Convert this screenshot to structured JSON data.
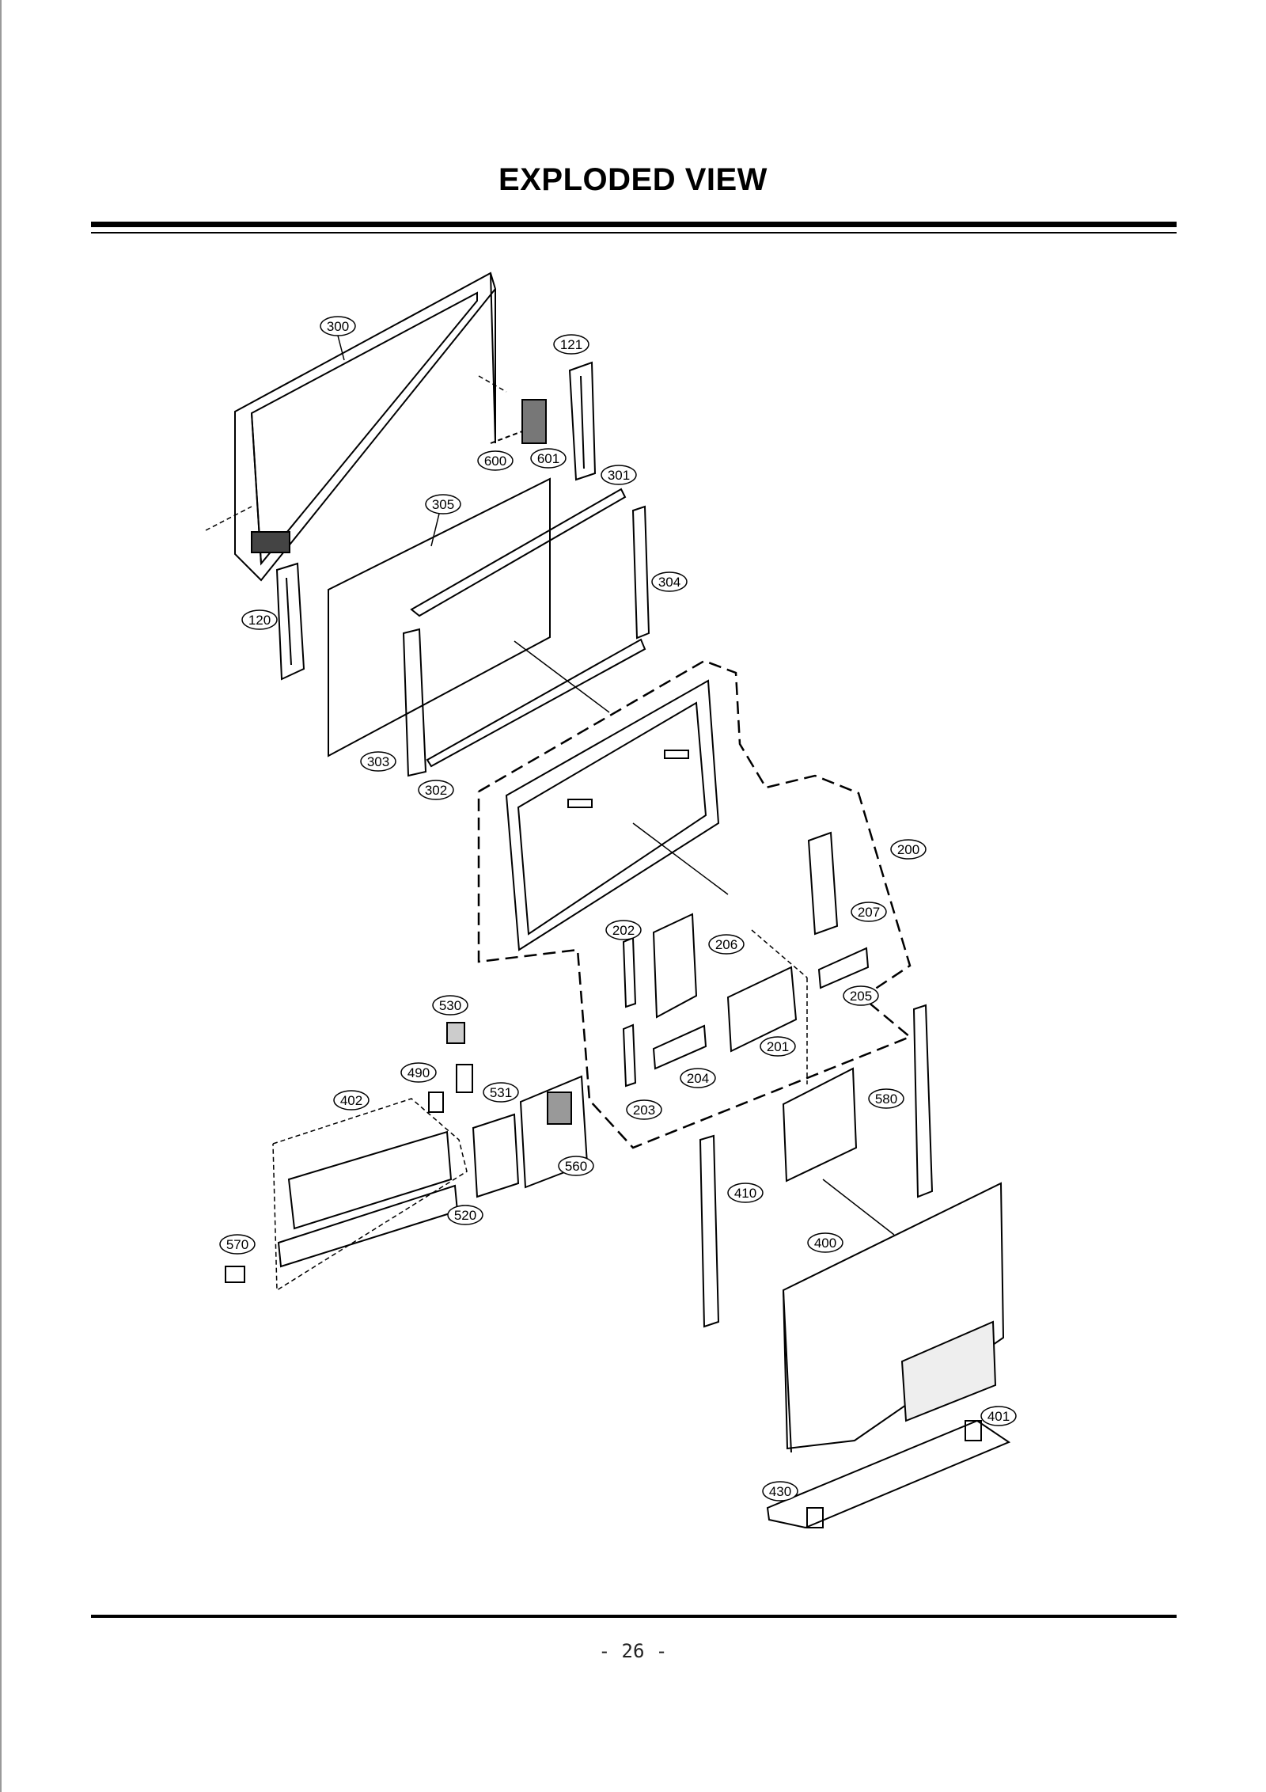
{
  "header": {
    "title": "EXPLODED VIEW"
  },
  "footer": {
    "page_number": "- 26 -"
  },
  "callouts": [
    "300",
    "121",
    "600",
    "601",
    "301",
    "305",
    "304",
    "120",
    "303",
    "302",
    "200",
    "207",
    "202",
    "206",
    "205",
    "201",
    "204",
    "203",
    "530",
    "490",
    "531",
    "402",
    "580",
    "560",
    "520",
    "410",
    "570",
    "400",
    "401",
    "430"
  ]
}
